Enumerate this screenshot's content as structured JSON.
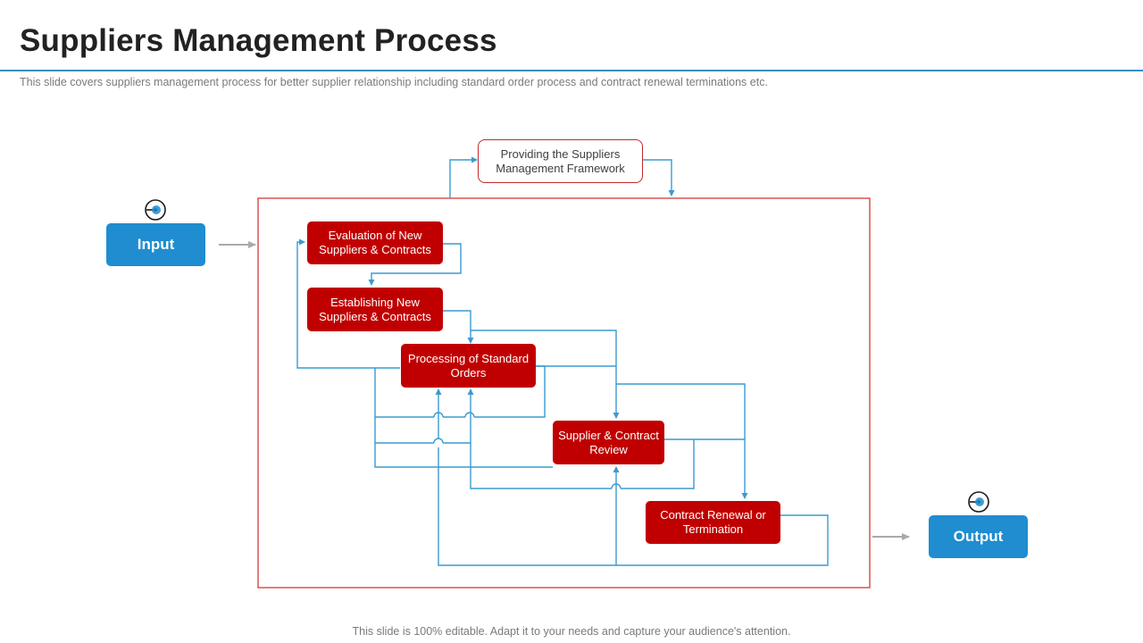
{
  "header": {
    "title": "Suppliers Management Process",
    "subtitle": "This slide covers suppliers management process for better supplier relationship including  standard order process and contract renewal terminations etc."
  },
  "diagram": {
    "input_label": "Input",
    "output_label": "Output",
    "framework_label": "Providing the Suppliers Management Framework",
    "steps": [
      "Evaluation of New Suppliers & Contracts",
      "Establishing New Suppliers & Contracts",
      "Processing of Standard Orders",
      "Supplier & Contract Review",
      "Contract Renewal or Termination"
    ],
    "icons": {
      "input": "login-arrow-icon",
      "output": "login-arrow-icon"
    },
    "colors": {
      "step_fill": "#c00000",
      "frame_border": "#d9534f",
      "connector": "#3a9bd0",
      "pill_fill": "#1f8dd0"
    }
  },
  "footer": {
    "text": "This slide is 100% editable. Adapt it to your needs and capture your audience's attention."
  }
}
